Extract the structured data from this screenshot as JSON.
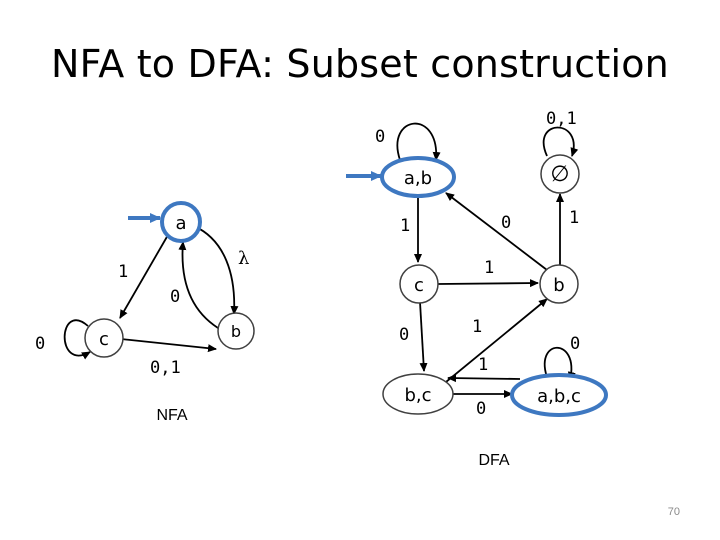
{
  "slide": {
    "title": "NFA to DFA: Subset construction",
    "page_number": "70"
  },
  "colors": {
    "accent": "#3E78C1",
    "state_fill": "#FFFFFF",
    "state_stroke": "#404040",
    "edge": "#000000"
  },
  "nfa": {
    "caption": "NFA",
    "states": {
      "a": "a",
      "b": "b",
      "c": "c"
    },
    "labels": {
      "a_to_c": "1",
      "a_to_b": "λ",
      "b_to_a": "0",
      "c_loop": "0",
      "c_to_b": "0,1"
    }
  },
  "dfa": {
    "caption": "DFA",
    "states": {
      "ab": "a,b",
      "empty": "∅",
      "c": "c",
      "b": "b",
      "bc": "b,c",
      "abc": "a,b,c"
    },
    "labels": {
      "ab_loop": "0",
      "empty_loop": "0,1",
      "ab_to_c": "1",
      "b_to_ab": "0",
      "b_to_empty": "1",
      "c_to_b": "1",
      "c_to_bc": "0",
      "bc_to_b": "1",
      "abc_to_bc": "1",
      "bc_to_abc": "0",
      "abc_loop": "0"
    }
  }
}
